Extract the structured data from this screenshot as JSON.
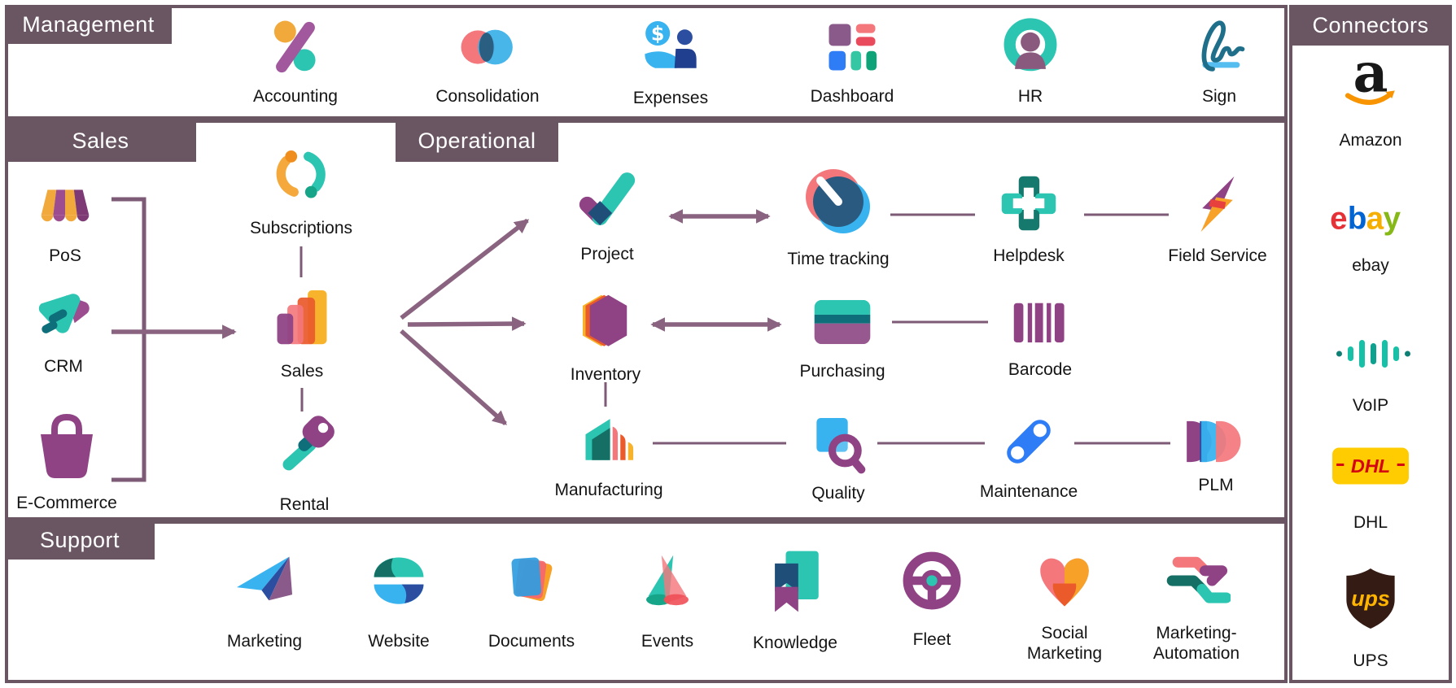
{
  "title": "Odoo apps ecosystem diagram",
  "colors": {
    "section_header_bg": "#6a5663",
    "section_header_text": "#ffffff",
    "box_border": "#6a5663",
    "arrow": "#8a6380",
    "thin_line": "#7d5a75",
    "label_text": "#141414"
  },
  "sections": {
    "management": {
      "label": "Management",
      "apps": [
        {
          "label": "Accounting",
          "icon": "percent-icon"
        },
        {
          "label": "Consolidation",
          "icon": "overlapping-circles-icon"
        },
        {
          "label": "Expenses",
          "icon": "dollar-person-icon"
        },
        {
          "label": "Dashboard",
          "icon": "tiles-grid-icon"
        },
        {
          "label": "HR",
          "icon": "person-badge-icon"
        },
        {
          "label": "Sign",
          "icon": "signature-icon"
        }
      ]
    },
    "sales": {
      "label": "Sales",
      "apps": [
        {
          "label": "PoS",
          "icon": "shop-awning-icon"
        },
        {
          "label": "CRM",
          "icon": "handshake-icon"
        },
        {
          "label": "E-Commerce",
          "icon": "shopping-bag-icon"
        },
        {
          "label": "Subscriptions",
          "icon": "circular-arrows-icon"
        },
        {
          "label": "Sales",
          "icon": "bar-chart-icon"
        },
        {
          "label": "Rental",
          "icon": "key-icon"
        }
      ]
    },
    "operational": {
      "label": "Operational",
      "apps": [
        {
          "label": "Project",
          "icon": "checkmark-icon"
        },
        {
          "label": "Time tracking",
          "icon": "stopwatch-icon"
        },
        {
          "label": "Helpdesk",
          "icon": "cross-plus-icon"
        },
        {
          "label": "Field Service",
          "icon": "lightning-icon"
        },
        {
          "label": "Inventory",
          "icon": "hexagon-box-icon"
        },
        {
          "label": "Purchasing",
          "icon": "striped-card-icon"
        },
        {
          "label": "Barcode",
          "icon": "barcode-icon"
        },
        {
          "label": "Manufacturing",
          "icon": "factory-wedges-icon"
        },
        {
          "label": "Quality",
          "icon": "magnifier-square-icon"
        },
        {
          "label": "Maintenance",
          "icon": "spinner-wrench-icon"
        },
        {
          "label": "PLM",
          "icon": "stacked-d-icon"
        }
      ]
    },
    "support": {
      "label": "Support",
      "apps": [
        {
          "label": "Marketing",
          "icon": "paper-plane-icon"
        },
        {
          "label": "Website",
          "icon": "globe-sphere-icon"
        },
        {
          "label": "Documents",
          "icon": "stacked-pages-icon"
        },
        {
          "label": "Events",
          "icon": "spotlights-icon"
        },
        {
          "label": "Knowledge",
          "icon": "bookmarks-icon"
        },
        {
          "label": "Fleet",
          "icon": "steering-wheel-icon"
        },
        {
          "label": "Social Marketing",
          "icon": "heart-icon"
        },
        {
          "label": "Marketing-Automation",
          "icon": "flow-chevrons-icon"
        }
      ]
    },
    "connectors": {
      "label": "Connectors",
      "apps": [
        {
          "label": "Amazon",
          "icon": "amazon-logo-icon"
        },
        {
          "label": "ebay",
          "icon": "ebay-logo-icon"
        },
        {
          "label": "VoIP",
          "icon": "sound-wave-icon"
        },
        {
          "label": "DHL",
          "icon": "dhl-logo-icon"
        },
        {
          "label": "UPS",
          "icon": "ups-shield-icon"
        }
      ]
    }
  },
  "connections": [
    {
      "from": "PoS",
      "to": "Sales",
      "type": "bracket-arrow"
    },
    {
      "from": "CRM",
      "to": "Sales",
      "type": "arrow"
    },
    {
      "from": "E-Commerce",
      "to": "Sales",
      "type": "bracket-arrow"
    },
    {
      "from": "Subscriptions",
      "to": "Sales",
      "type": "line"
    },
    {
      "from": "Sales",
      "to": "Rental",
      "type": "line"
    },
    {
      "from": "Sales",
      "to": "Project",
      "type": "arrow"
    },
    {
      "from": "Sales",
      "to": "Inventory",
      "type": "arrow"
    },
    {
      "from": "Sales",
      "to": "Manufacturing",
      "type": "arrow"
    },
    {
      "from": "Project",
      "to": "Time tracking",
      "type": "double-arrow"
    },
    {
      "from": "Time tracking",
      "to": "Helpdesk",
      "type": "line"
    },
    {
      "from": "Helpdesk",
      "to": "Field Service",
      "type": "line"
    },
    {
      "from": "Inventory",
      "to": "Purchasing",
      "type": "double-arrow"
    },
    {
      "from": "Purchasing",
      "to": "Barcode",
      "type": "line"
    },
    {
      "from": "Inventory",
      "to": "Manufacturing",
      "type": "line"
    },
    {
      "from": "Manufacturing",
      "to": "Quality",
      "type": "line"
    },
    {
      "from": "Quality",
      "to": "Maintenance",
      "type": "line"
    },
    {
      "from": "Maintenance",
      "to": "PLM",
      "type": "line"
    }
  ]
}
